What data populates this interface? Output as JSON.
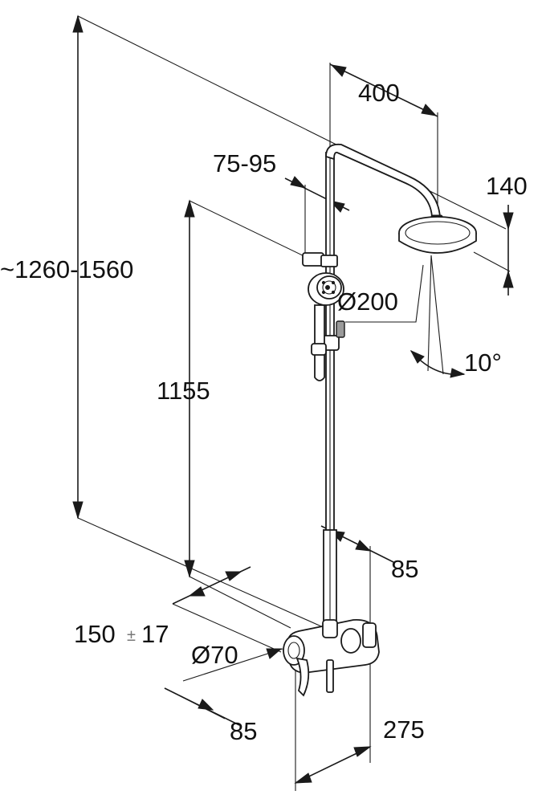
{
  "colors": {
    "line": "#1a1a1a",
    "background": "#ffffff"
  },
  "dimensions": {
    "total_height": "~1260-1560",
    "arm_length": "400",
    "wall_spacing": "75-95",
    "head_height": "140",
    "head_diameter": "Ø200",
    "tilt_angle": "10°",
    "rail_height": "1155",
    "mixer_projection": "85",
    "connection_spacing": "150",
    "connection_tolerance": "17",
    "escutcheon_diameter": "Ø70",
    "mixer_depth": "85",
    "mixer_width": "275"
  }
}
